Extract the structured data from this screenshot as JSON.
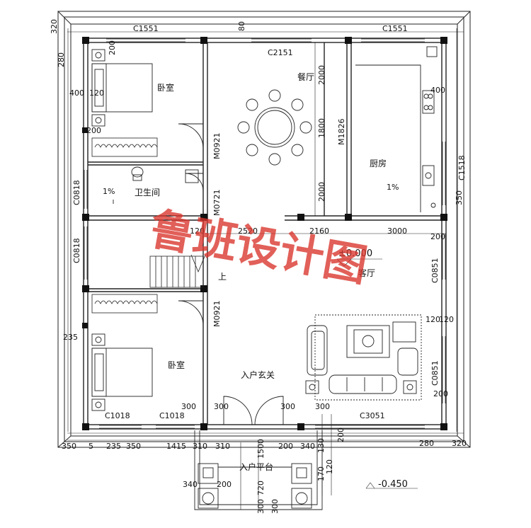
{
  "rooms": {
    "bedroom_top": "卧室",
    "bathroom": "卫生间",
    "dining": "餐厅",
    "kitchen": "厨房",
    "living": "客厅",
    "entry_hall": "入户玄关",
    "bedroom_bottom": "卧室",
    "entry_platform": "入户平台",
    "stair_up": "上"
  },
  "windows": {
    "c1551_left": "C1551",
    "c1551_right": "C1551",
    "c2151": "C2151",
    "c0818_upper": "C0818",
    "c0818_lower": "C0818",
    "c1518": "C1518",
    "c0851_upper": "C0851",
    "c0851_lower": "C0851",
    "c1018_left": "C1018",
    "c1018_right": "C1018",
    "c3051": "C3051"
  },
  "doors": {
    "m0921_upper": "M0921",
    "m0721": "M0721",
    "m0921_lower": "M0921",
    "m1826": "M1826"
  },
  "levels": {
    "floor": "±0.000",
    "outside": "-0.450"
  },
  "slopes": {
    "bath": "1%",
    "kitchen": "1%"
  },
  "dims": {
    "d320": "320",
    "d280": "280",
    "d200_tl": "200",
    "d400_l": "400",
    "d120_l": "120",
    "d200_l2": "200",
    "d80_top": "80",
    "d2000_a": "2000",
    "d1800": "1800",
    "d2000_b": "2000",
    "d400_r": "400",
    "d350_r": "350",
    "d120_mid": "120",
    "d2520": "2520",
    "d2160": "2160",
    "d3000": "3000",
    "d200_r": "200",
    "d120_r": "120",
    "d120_r2": "120",
    "d235": "235",
    "d200_r3": "200",
    "d300_a": "300",
    "d300_b": "300",
    "d300_c": "300",
    "d300_d": "300",
    "d350_b1": "350",
    "d5": "5",
    "d235_b": "235",
    "d350_b2": "350",
    "d1415": "1415",
    "d310_a": "310",
    "d310_b": "310",
    "d1500": "1500",
    "d200_b1": "200",
    "d340_b1": "340",
    "d130": "130",
    "d200_b2": "200",
    "d280_b": "280",
    "d320_b": "320",
    "d170": "170",
    "d120_b": "120",
    "d720": "720",
    "d340_b2": "340",
    "d200_b3": "200",
    "d300_e": "300",
    "d300_f": "300"
  },
  "watermark": "鲁班设计图",
  "colors": {
    "line": "#222222",
    "watermark": "#d9342b"
  }
}
